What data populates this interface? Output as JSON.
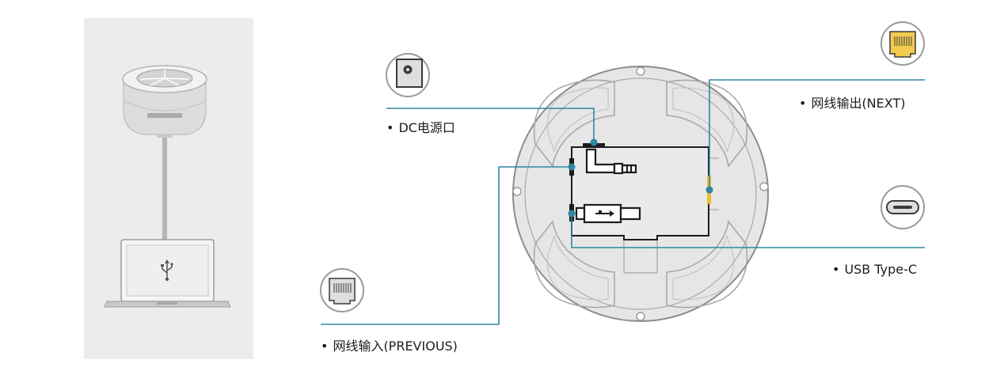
{
  "labels": {
    "dc_power": "DC电源口",
    "lan_out": "网线输出(NEXT)",
    "lan_in": "网线输入(PREVIOUS)",
    "usb_c": "USB Type-C"
  },
  "bullet": "•",
  "icons": {
    "speaker": "conference-speaker",
    "laptop": "laptop",
    "usb_symbol": "usb-icon",
    "dc_jack": "dc-jack-icon",
    "rj45": "rj45-port-icon",
    "usb_c": "usb-c-port-icon"
  },
  "colors": {
    "connector_line": "#2f87a3",
    "panel_bg": "#ececec",
    "device_plate": "#e6e6e6",
    "cable_highlight": "#e8c030"
  }
}
